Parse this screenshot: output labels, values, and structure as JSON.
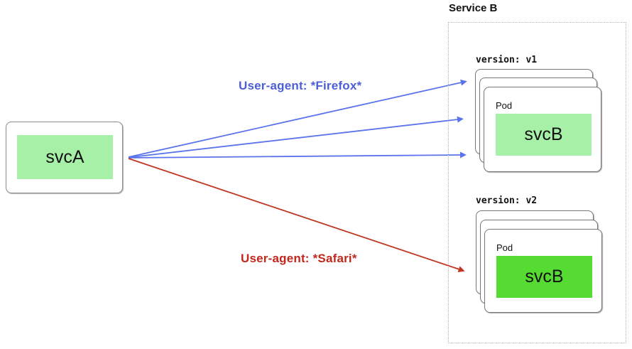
{
  "service_a": {
    "label": "svcA",
    "fill": "#a7f0a7"
  },
  "service_b": {
    "title": "Service B",
    "groups": [
      {
        "version_label": "version: v1",
        "pod_label": "Pod",
        "service_label": "svcB",
        "fill": "#a7f0a7"
      },
      {
        "version_label": "version: v2",
        "pod_label": "Pod",
        "service_label": "svcB",
        "fill": "#55db31"
      }
    ]
  },
  "routes": [
    {
      "label": "User-agent: *Firefox*",
      "text_color": "#4d5fd8",
      "line_color": "#5b74ec"
    },
    {
      "label": "User-agent: *Safari*",
      "text_color": "#c0281c",
      "line_color": "#c23321"
    }
  ]
}
